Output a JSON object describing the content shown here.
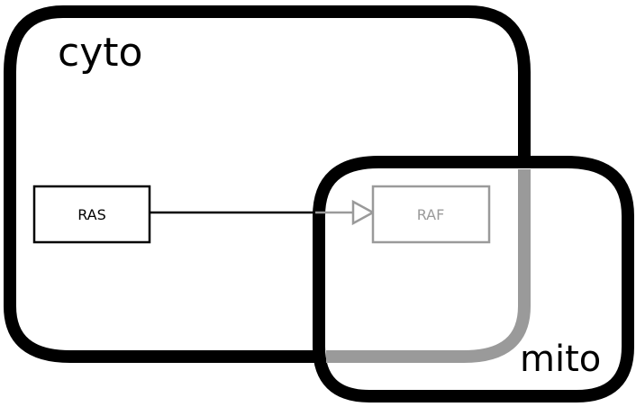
{
  "compartments": [
    {
      "id": "cyto",
      "label": "cyto"
    },
    {
      "id": "mito",
      "label": "mito"
    }
  ],
  "nodes": [
    {
      "id": "RAS",
      "label": "RAS",
      "compartment": "cyto",
      "dimmed": false
    },
    {
      "id": "RAF",
      "label": "RAF",
      "compartment": "mito",
      "dimmed": true
    }
  ],
  "edges": [
    {
      "from": "RAS",
      "to": "RAF",
      "arrowhead": "open-triangle"
    }
  ],
  "colors": {
    "stroke": "#000000",
    "dimmed": "#9a9a9a",
    "background": "#ffffff"
  }
}
